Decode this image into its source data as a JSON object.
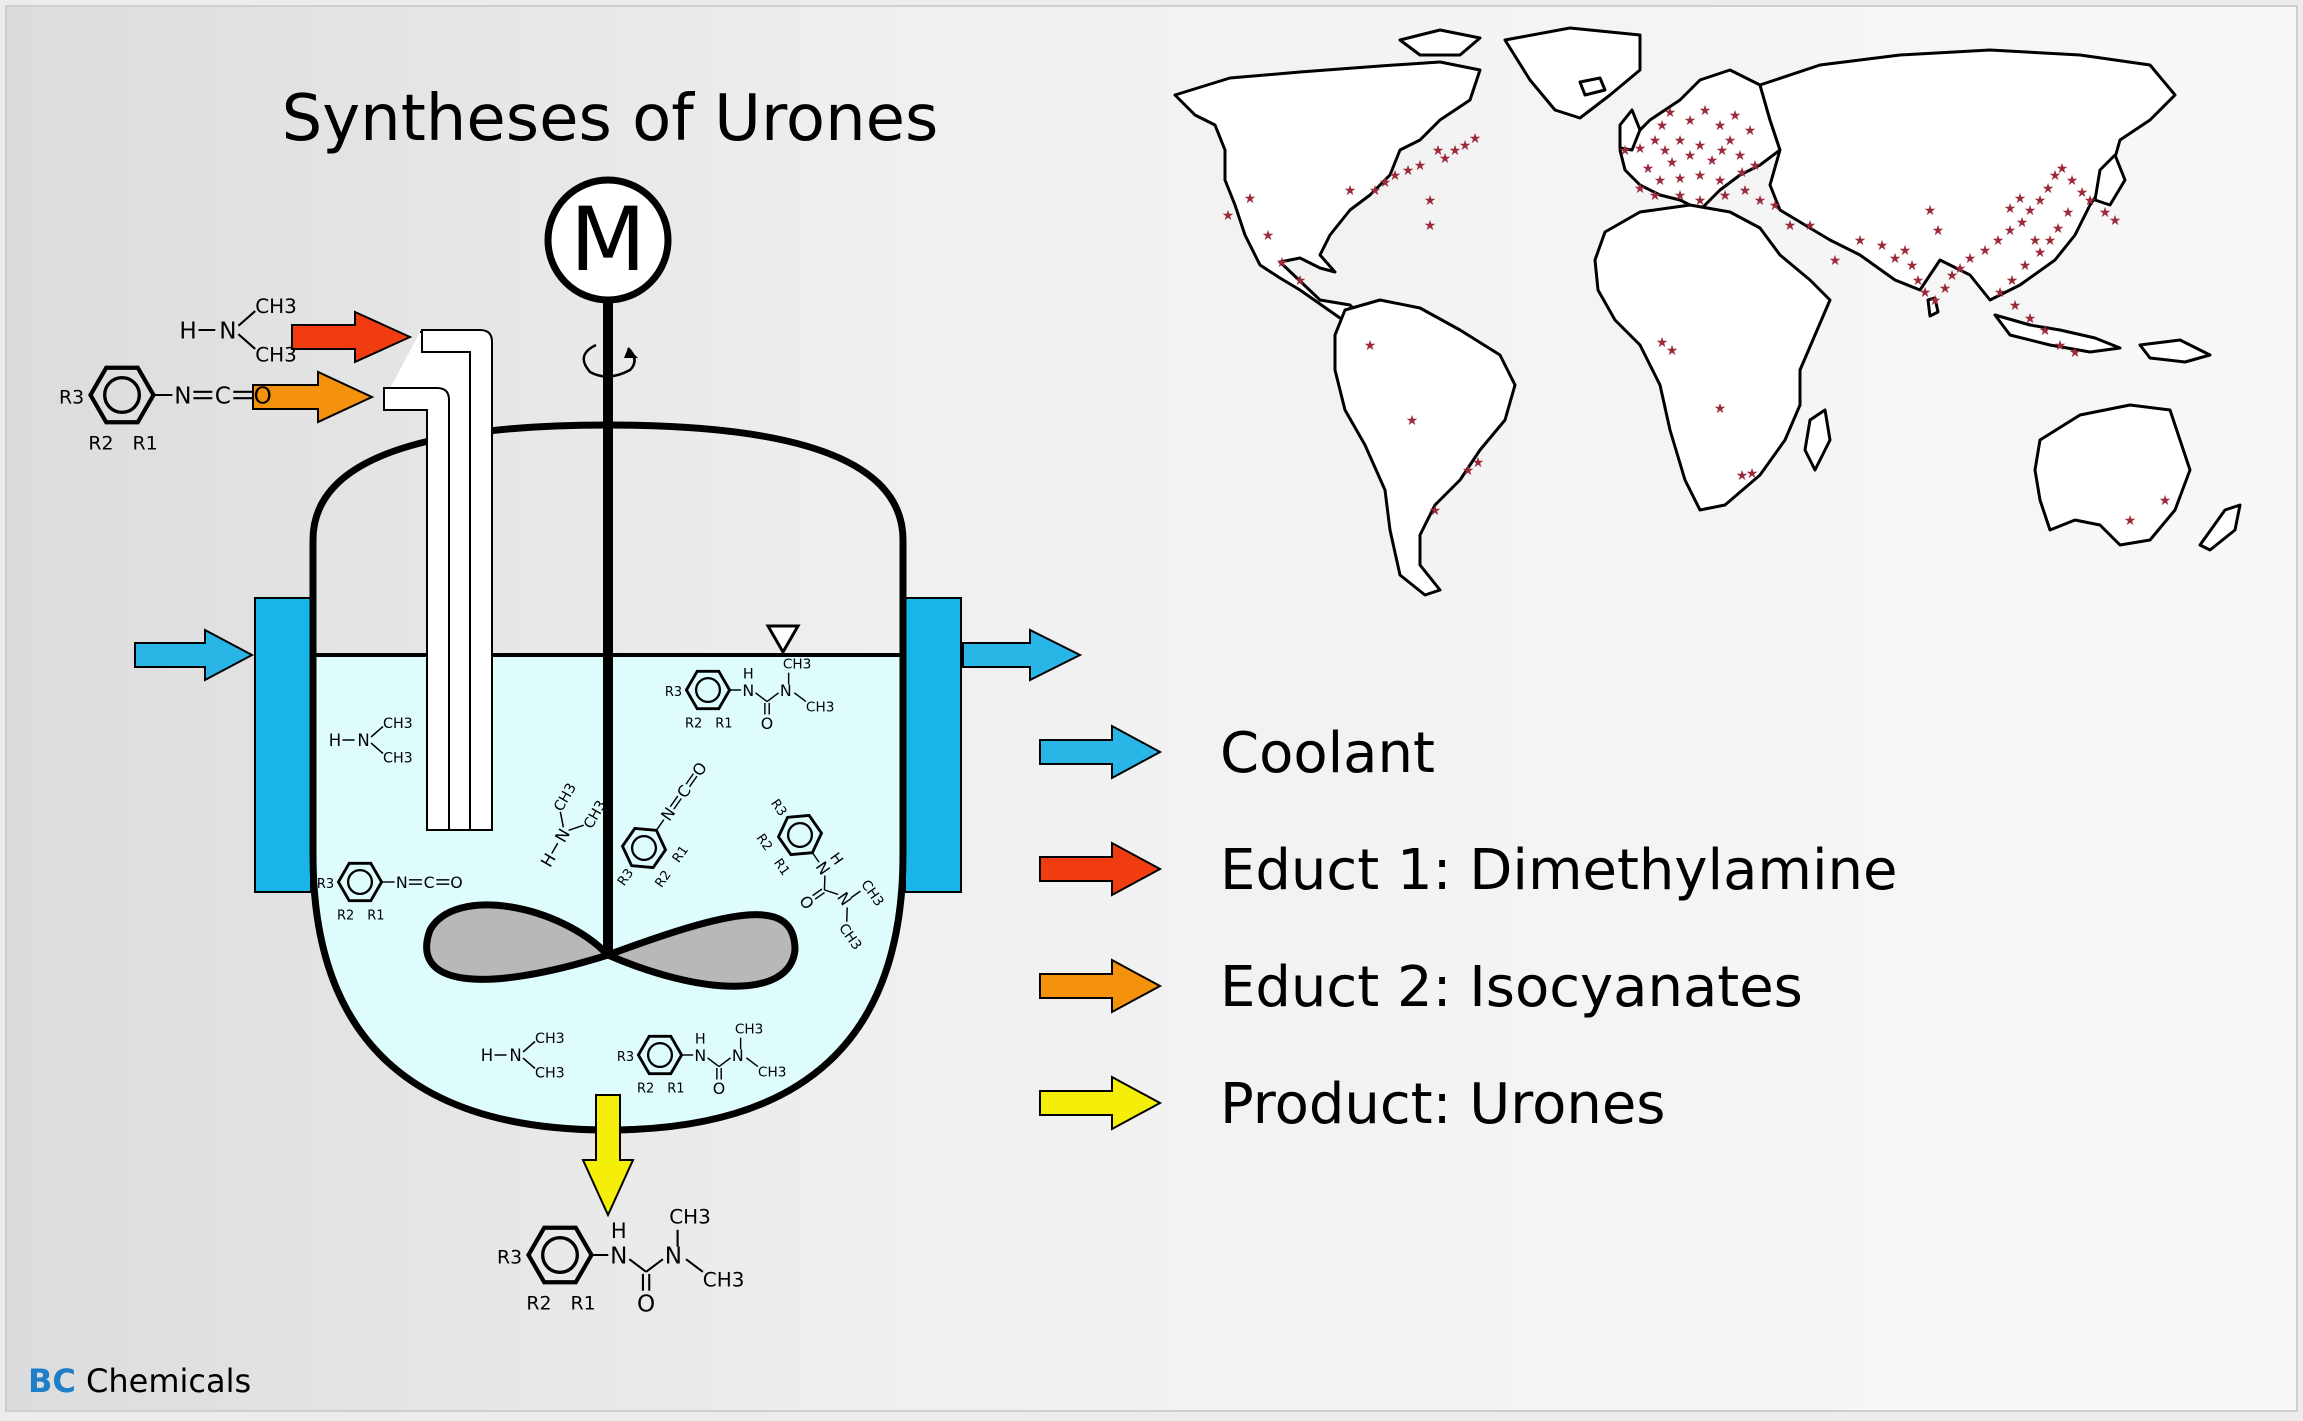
{
  "title": "Syntheses of Urones",
  "motor_label": "M",
  "brand": {
    "bold": "BC",
    "rest": " Chemicals"
  },
  "colors": {
    "coolant": "#29b6e6",
    "educt1": "#f03c10",
    "educt2": "#f4920e",
    "product": "#f4ee08",
    "liquid": "#dffcfc",
    "jacket": "#19b5e8",
    "marker": "#9b2a3b"
  },
  "legend": [
    {
      "label": "Coolant",
      "color": "#29b6e6"
    },
    {
      "label": "Educt 1: Dimethylamine",
      "color": "#f03c10"
    },
    {
      "label": "Educt 2: Isocyanates",
      "color": "#f4920e"
    },
    {
      "label": "Product: Urones",
      "color": "#f4ee08"
    }
  ],
  "chem": {
    "H": "H",
    "N": "N",
    "C": "C",
    "O": "O",
    "CH3": "CH3",
    "R1": "R1",
    "R2": "R2",
    "R3": "R3"
  }
}
